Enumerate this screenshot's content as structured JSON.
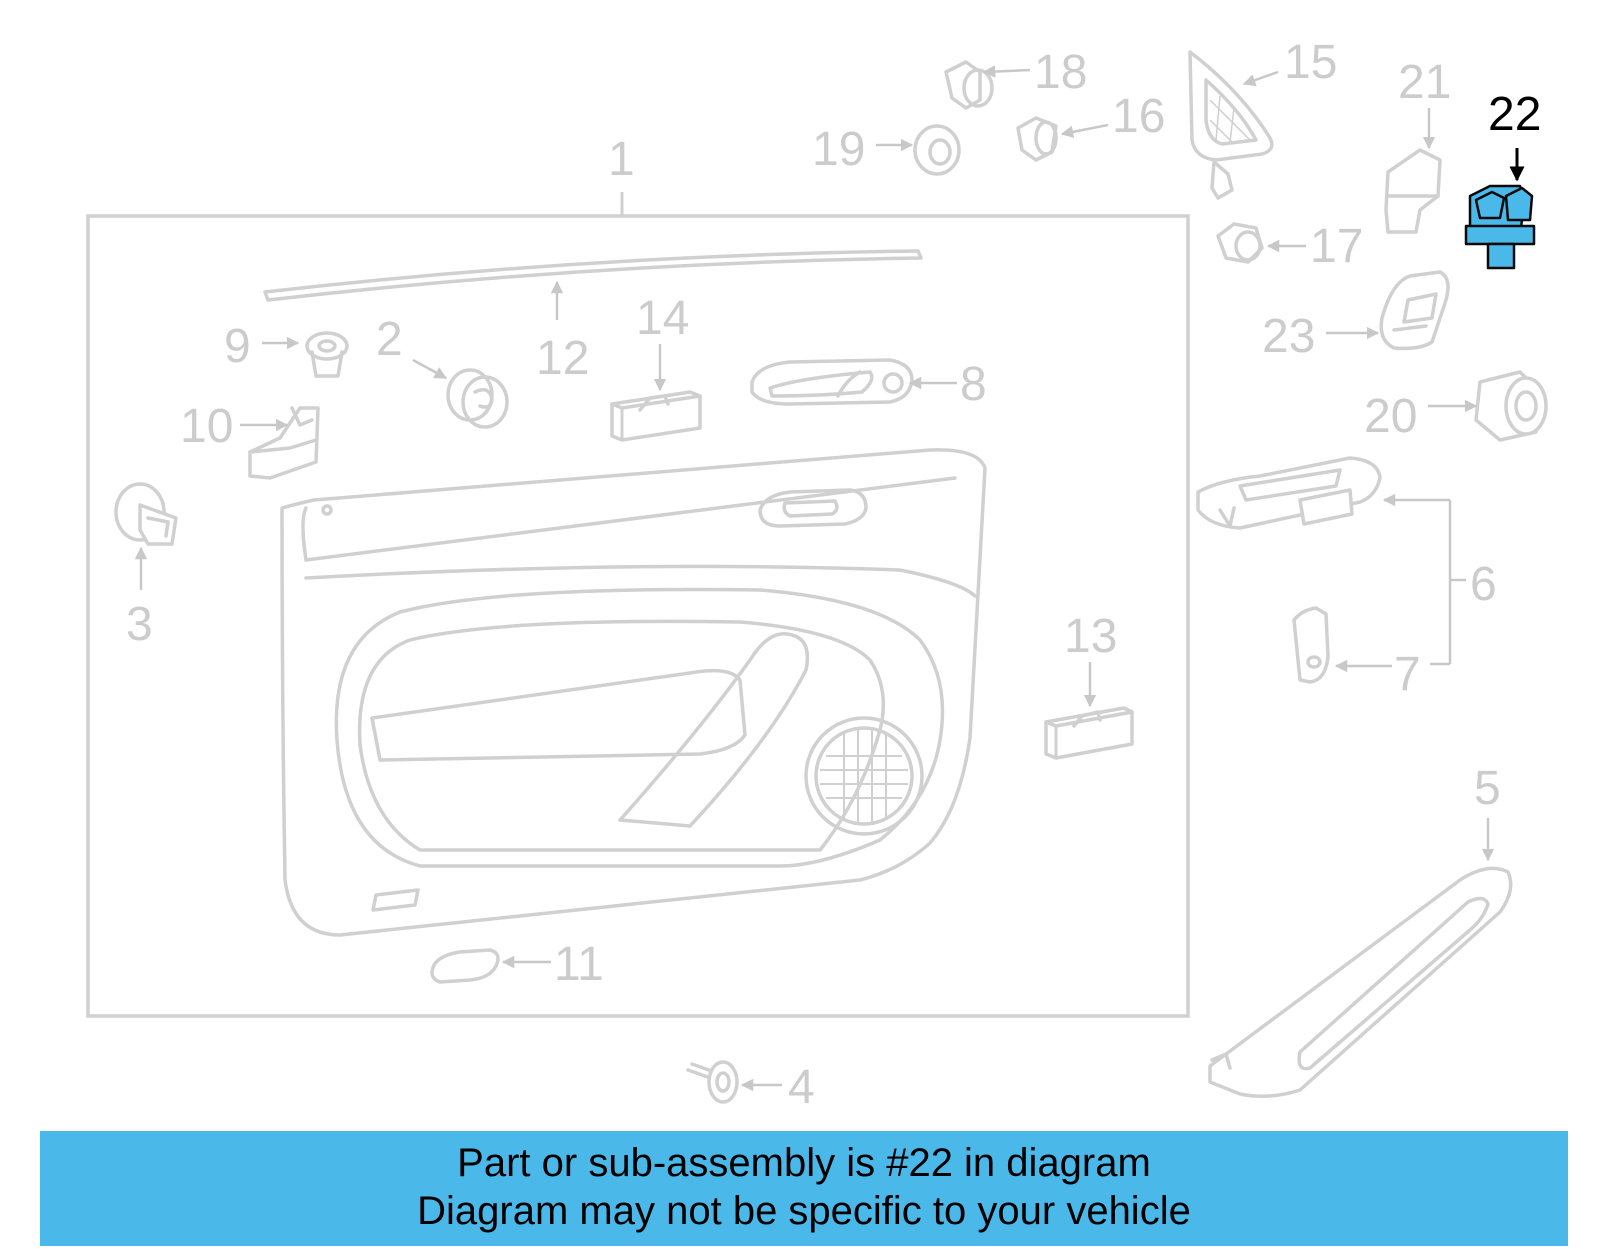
{
  "callouts": {
    "c1": "1",
    "c2": "2",
    "c3": "3",
    "c4": "4",
    "c5": "5",
    "c6": "6",
    "c7": "7",
    "c8": "8",
    "c9": "9",
    "c10": "10",
    "c11": "11",
    "c12": "12",
    "c13": "13",
    "c14": "14",
    "c15": "15",
    "c16": "16",
    "c17": "17",
    "c18": "18",
    "c19": "19",
    "c20": "20",
    "c21": "21",
    "c22": "22",
    "c23": "23"
  },
  "highlighted_part": "22",
  "colors": {
    "highlight": "#4bb8ea",
    "linework": "#d0d0d0",
    "banner": "#4bb8ea"
  },
  "banner": {
    "line1": "Part or sub-assembly is #22 in diagram",
    "line2": "Diagram may not be specific to your vehicle"
  }
}
